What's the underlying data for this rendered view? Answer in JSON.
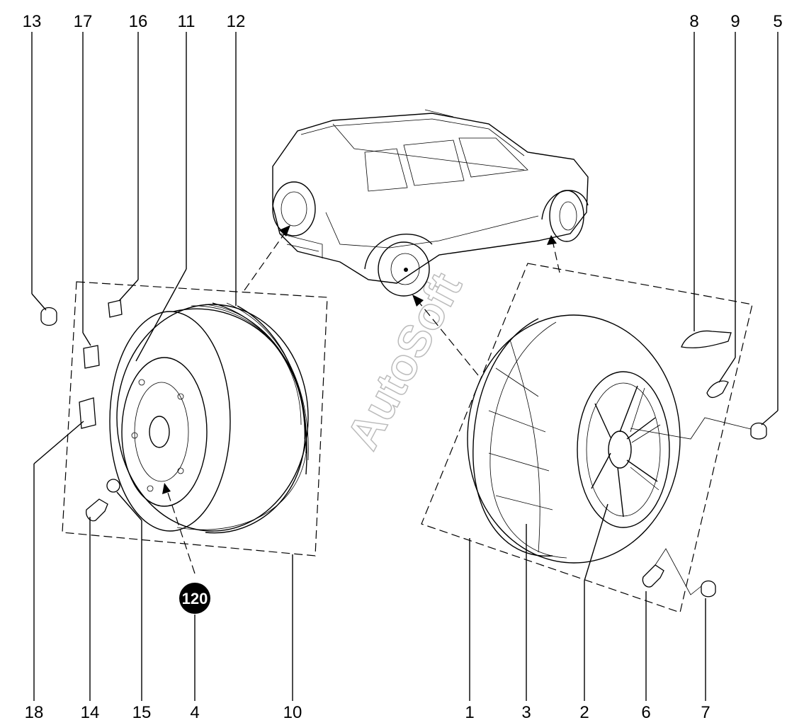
{
  "watermark": "AutoSoft",
  "pressure_badge": {
    "value": "120"
  },
  "callouts": {
    "c1": "1",
    "c2": "2",
    "c3": "3",
    "c4": "4",
    "c5": "5",
    "c6": "6",
    "c7": "7",
    "c8": "8",
    "c9": "9",
    "c10": "10",
    "c11": "11",
    "c12": "12",
    "c13": "13",
    "c14": "14",
    "c15": "15",
    "c16": "16",
    "c17": "17",
    "c18": "18"
  },
  "colors": {
    "line": "#000000",
    "background": "#ffffff",
    "watermark": "#bbbbbb"
  }
}
